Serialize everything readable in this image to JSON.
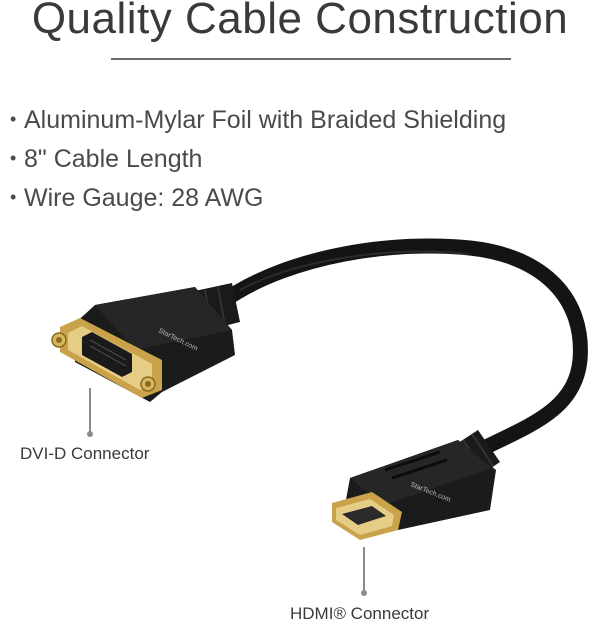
{
  "title": "Quality Cable Construction",
  "features": [
    "Aluminum-Mylar Foil with Braided Shielding",
    "8\" Cable Length",
    "Wire Gauge: 28 AWG"
  ],
  "bullet": "•",
  "callouts": {
    "dvi": "DVI-D Connector",
    "hdmi": "HDMI® Connector"
  },
  "brand_text": "StarTech.com",
  "colors": {
    "text": "#3a3a3a",
    "cable": "#141414",
    "gold": "#c9a24a"
  }
}
